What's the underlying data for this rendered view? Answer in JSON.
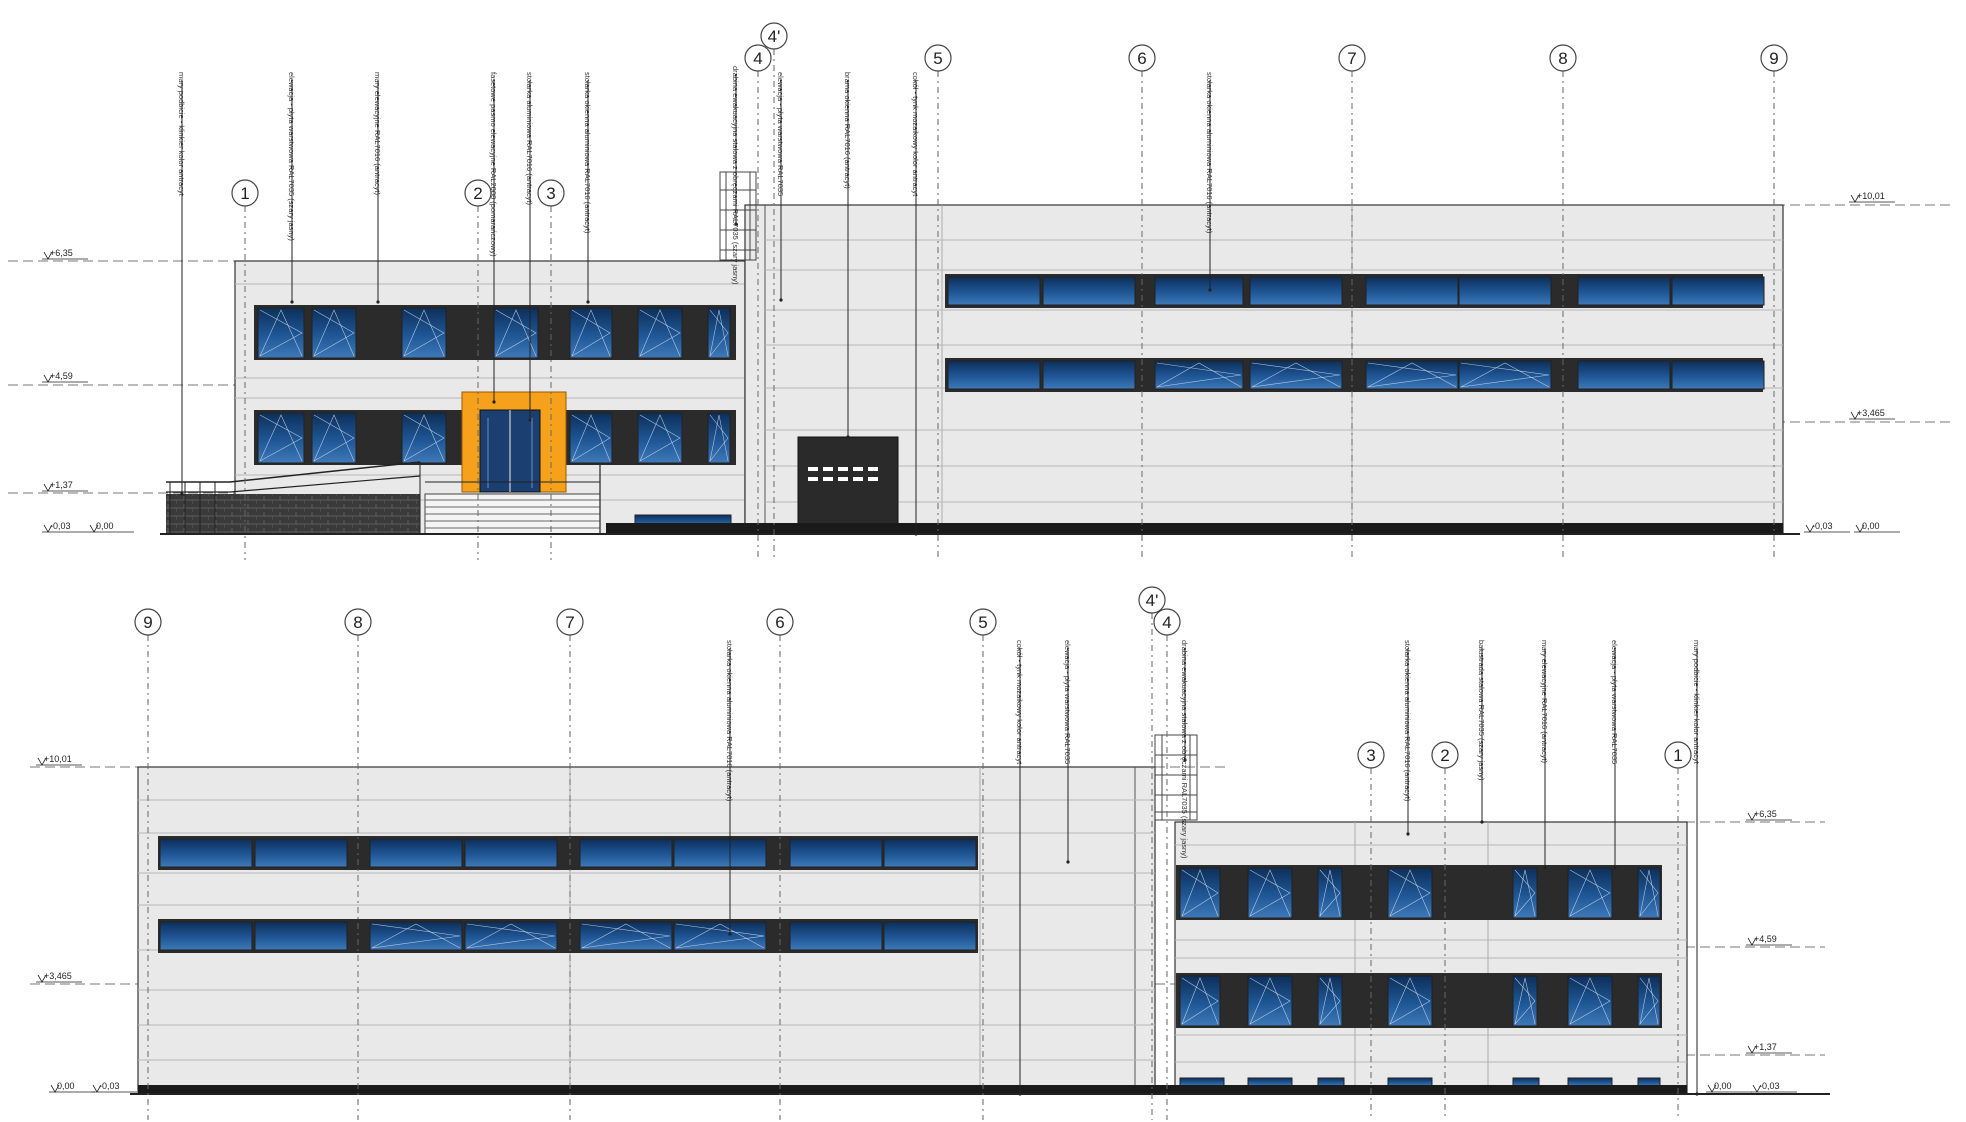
{
  "drawing": {
    "grid_labels_top": [
      "1",
      "2",
      "3",
      "4'",
      "4",
      "5",
      "6",
      "7",
      "8",
      "9"
    ],
    "grid_labels_bottom": [
      "9",
      "8",
      "7",
      "6",
      "5",
      "4'",
      "4",
      "3",
      "2",
      "1"
    ],
    "levels_top": {
      "left_roof": "+6,35",
      "left_mid": "+4,59",
      "left_low": "+1,37",
      "left_ground": "-0,03",
      "left_ground2": "0,00",
      "right_roof": "+10,01",
      "right_mid": "+3,465",
      "right_ground": "-0,03",
      "right_ground2": "0,00"
    },
    "levels_bottom": {
      "left_roof": "+10,01",
      "left_mid": "+3,465",
      "left_ground": "0,00",
      "left_ground2": "-0,03",
      "right_roof": "+6,35",
      "right_mid": "+4,59",
      "right_low": "+1,37",
      "right_ground": "0,00",
      "right_ground2": "-0,03"
    },
    "annotations_top": [
      "mury podbicie - klinkier kolor antracyt",
      "elewacja - płyta warstwowa RAL7035 (szary jasny)",
      "mury elewacyjne RAL7016 (antracyt)",
      "fasetowe pasmo elewacyjne RAL2008 (pomarańczowy)",
      "stolarka aluminiowa RAL7016 (antracyt)",
      "stolarka okienna aluminiowa RAL7016 (antracyt)",
      "drabina ewakuacyjna stalowa z obręczami RAL7035 (szary jasny)",
      "elewacja - płyta warstwowa RAL7035",
      "brama okienna RAL7016 (antracyt)",
      "cokół - tynk mozaikowy kolor antracyt",
      "stolarka okienna aluminiowa RAL7016 (antracyt)"
    ],
    "annotations_bottom": [
      "stolarka okienna aluminiowa RAL7016 (antracyt)",
      "cokół - tynk mozaikowy kolor antracyt",
      "elewacja - płyta warstwowa RAL7035",
      "drabina ewakuacyjna stalowa z obręczami RAL7035 (szary jasny)",
      "stolarka okienna aluminiowa RAL7016 (antracyt)",
      "balustrada stalowa RAL7035 (szary jasny)",
      "mury elewacyjne RAL7016 (antracyt)",
      "elewacja - płyta warstwowa RAL7035",
      "mury podbicie - klinkier kolor antracyt"
    ],
    "colors": {
      "panel": "#e9e9e9",
      "band": "#2b2b2b",
      "glass_dark": "#0d2f5a",
      "glass_light": "#3f79b8",
      "accent_orange": "#f5a11c",
      "brick": "#3a3a3a"
    }
  }
}
